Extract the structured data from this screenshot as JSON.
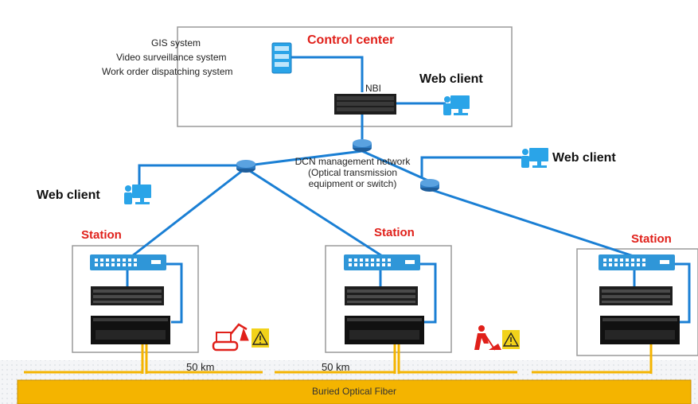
{
  "control_center": {
    "title": "Control center",
    "systems": [
      "GIS system",
      "Video surveillance system",
      "Work order dispatching system"
    ],
    "nbi_label": "NBI",
    "web_client_label": "Web client"
  },
  "dcn": {
    "lines": [
      "DCN management network",
      "(Optical transmission",
      "equipment or switch)"
    ]
  },
  "web_client_left": "Web client",
  "web_client_right": "Web client",
  "stations": [
    {
      "label": "Station"
    },
    {
      "label": "Station"
    },
    {
      "label": "Station"
    }
  ],
  "distances": [
    "50 km",
    "50 km"
  ],
  "fiber": {
    "label": "Buried Optical Fiber"
  },
  "colors": {
    "accent_red": "#e0201a",
    "link_blue": "#1a7fd4",
    "fiber_yellow": "#f4b400",
    "switch_blue": "#2f96d8",
    "warning_yellow": "#f2d21a"
  },
  "icons": [
    "server-rack-icon",
    "nbi-server-icon",
    "router-icon",
    "web-client-icon",
    "switch-icon",
    "device-server-icon",
    "transmission-device-icon",
    "excavator-icon",
    "digging-worker-icon",
    "warning-icon"
  ]
}
